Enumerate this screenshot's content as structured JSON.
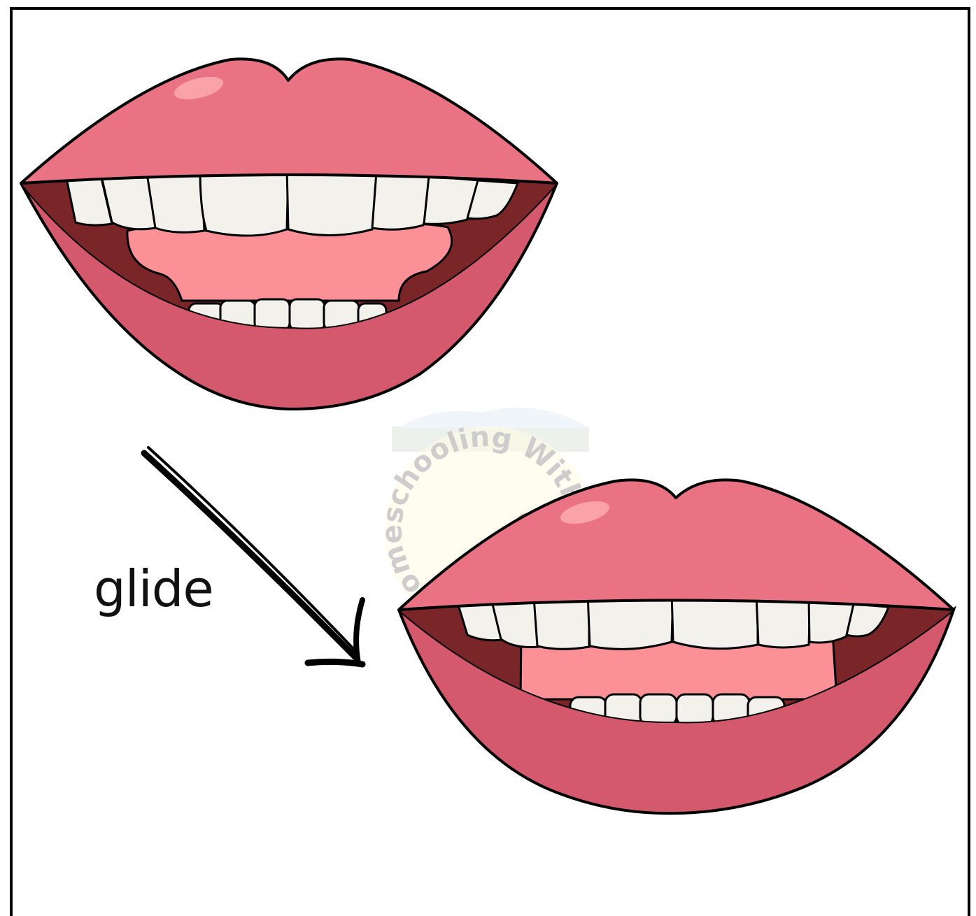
{
  "card": {
    "label": "glide",
    "watermark_text": "Homeschooling With Hira"
  },
  "colors": {
    "upper_lip": "#e97383",
    "lower_lip": "#d4596d",
    "mouth_dark": "#7a2528",
    "tongue": "#fb9096",
    "teeth": "#f2f1ec",
    "outline": "#000000"
  },
  "icons": [
    "open-mouth-start",
    "open-mouth-end",
    "down-right-arrow"
  ]
}
